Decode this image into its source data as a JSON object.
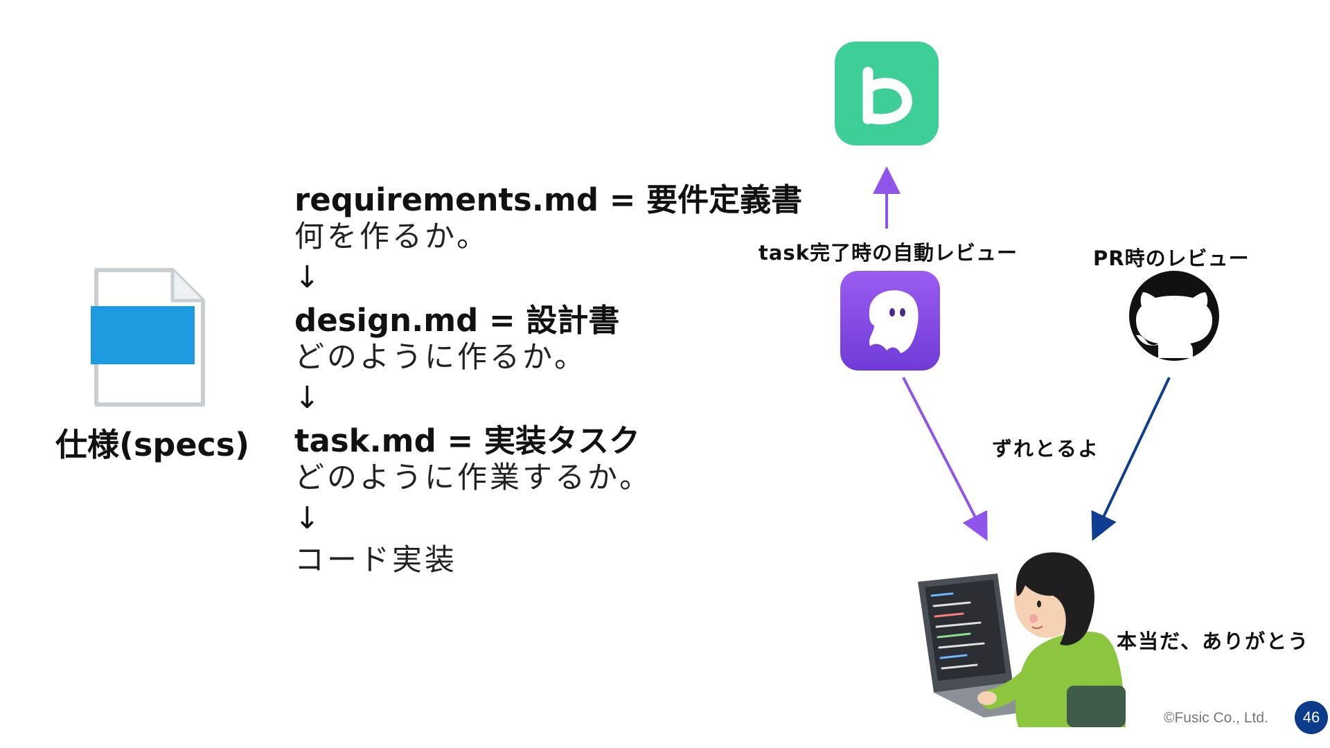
{
  "spec": {
    "label": "仕様(specs)"
  },
  "flow": {
    "requirements": {
      "title": "requirements.md = 要件定義書",
      "desc": "何を作るか。"
    },
    "arrow1": "↓",
    "design": {
      "title": "design.md = 設計書",
      "desc": "どのように作るか。"
    },
    "arrow2": "↓",
    "task": {
      "title": "task.md = 実装タスク",
      "desc": "どのように作業するか。"
    },
    "arrow3": "↓",
    "code": {
      "desc": "コード実装"
    }
  },
  "review": {
    "task_auto_label": "task完了時の自動レビュー",
    "pr_label": "PR時のレビュー",
    "mismatch_comment": "ずれとるよ",
    "developer_reply": "本当だ、ありがとう"
  },
  "footer": {
    "copyright": "©Fusic Co., Ltd.",
    "page_number": "46"
  },
  "colors": {
    "app_green": "#3ecf99",
    "ghost_purple": "#8a4fe8",
    "arrow_purple": "#8f55ea",
    "arrow_navy": "#0f3d8f",
    "github_black": "#111111",
    "page_badge": "#0d3b8c",
    "doc_blue": "#1e9be0"
  },
  "icons": [
    "document-icon",
    "bolt-app-icon",
    "ghost-app-icon",
    "github-icon",
    "developer-illustration"
  ]
}
